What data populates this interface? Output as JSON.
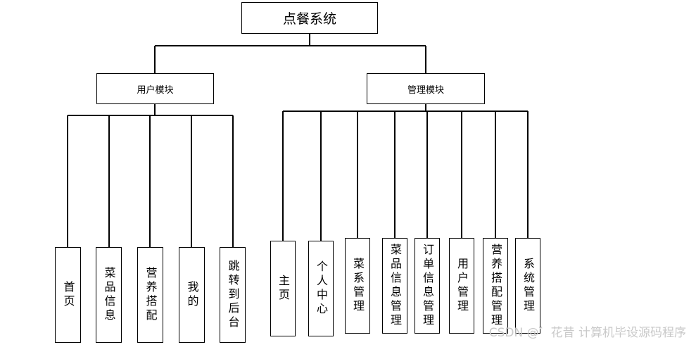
{
  "root": {
    "label": "点餐系统"
  },
  "user_module": {
    "label": "用户模块",
    "children": [
      "首页",
      "菜品信息",
      "营养搭配",
      "我的",
      "跳转到后台"
    ]
  },
  "admin_module": {
    "label": "管理模块",
    "children": [
      "主页",
      "个人中心",
      "菜系管理",
      "菜品信息管理",
      "订单信息管理",
      "用户管理",
      "营养搭配管理",
      "系统管理"
    ]
  },
  "watermark": "CSDN @゛花昔 计算机毕设源码程序"
}
